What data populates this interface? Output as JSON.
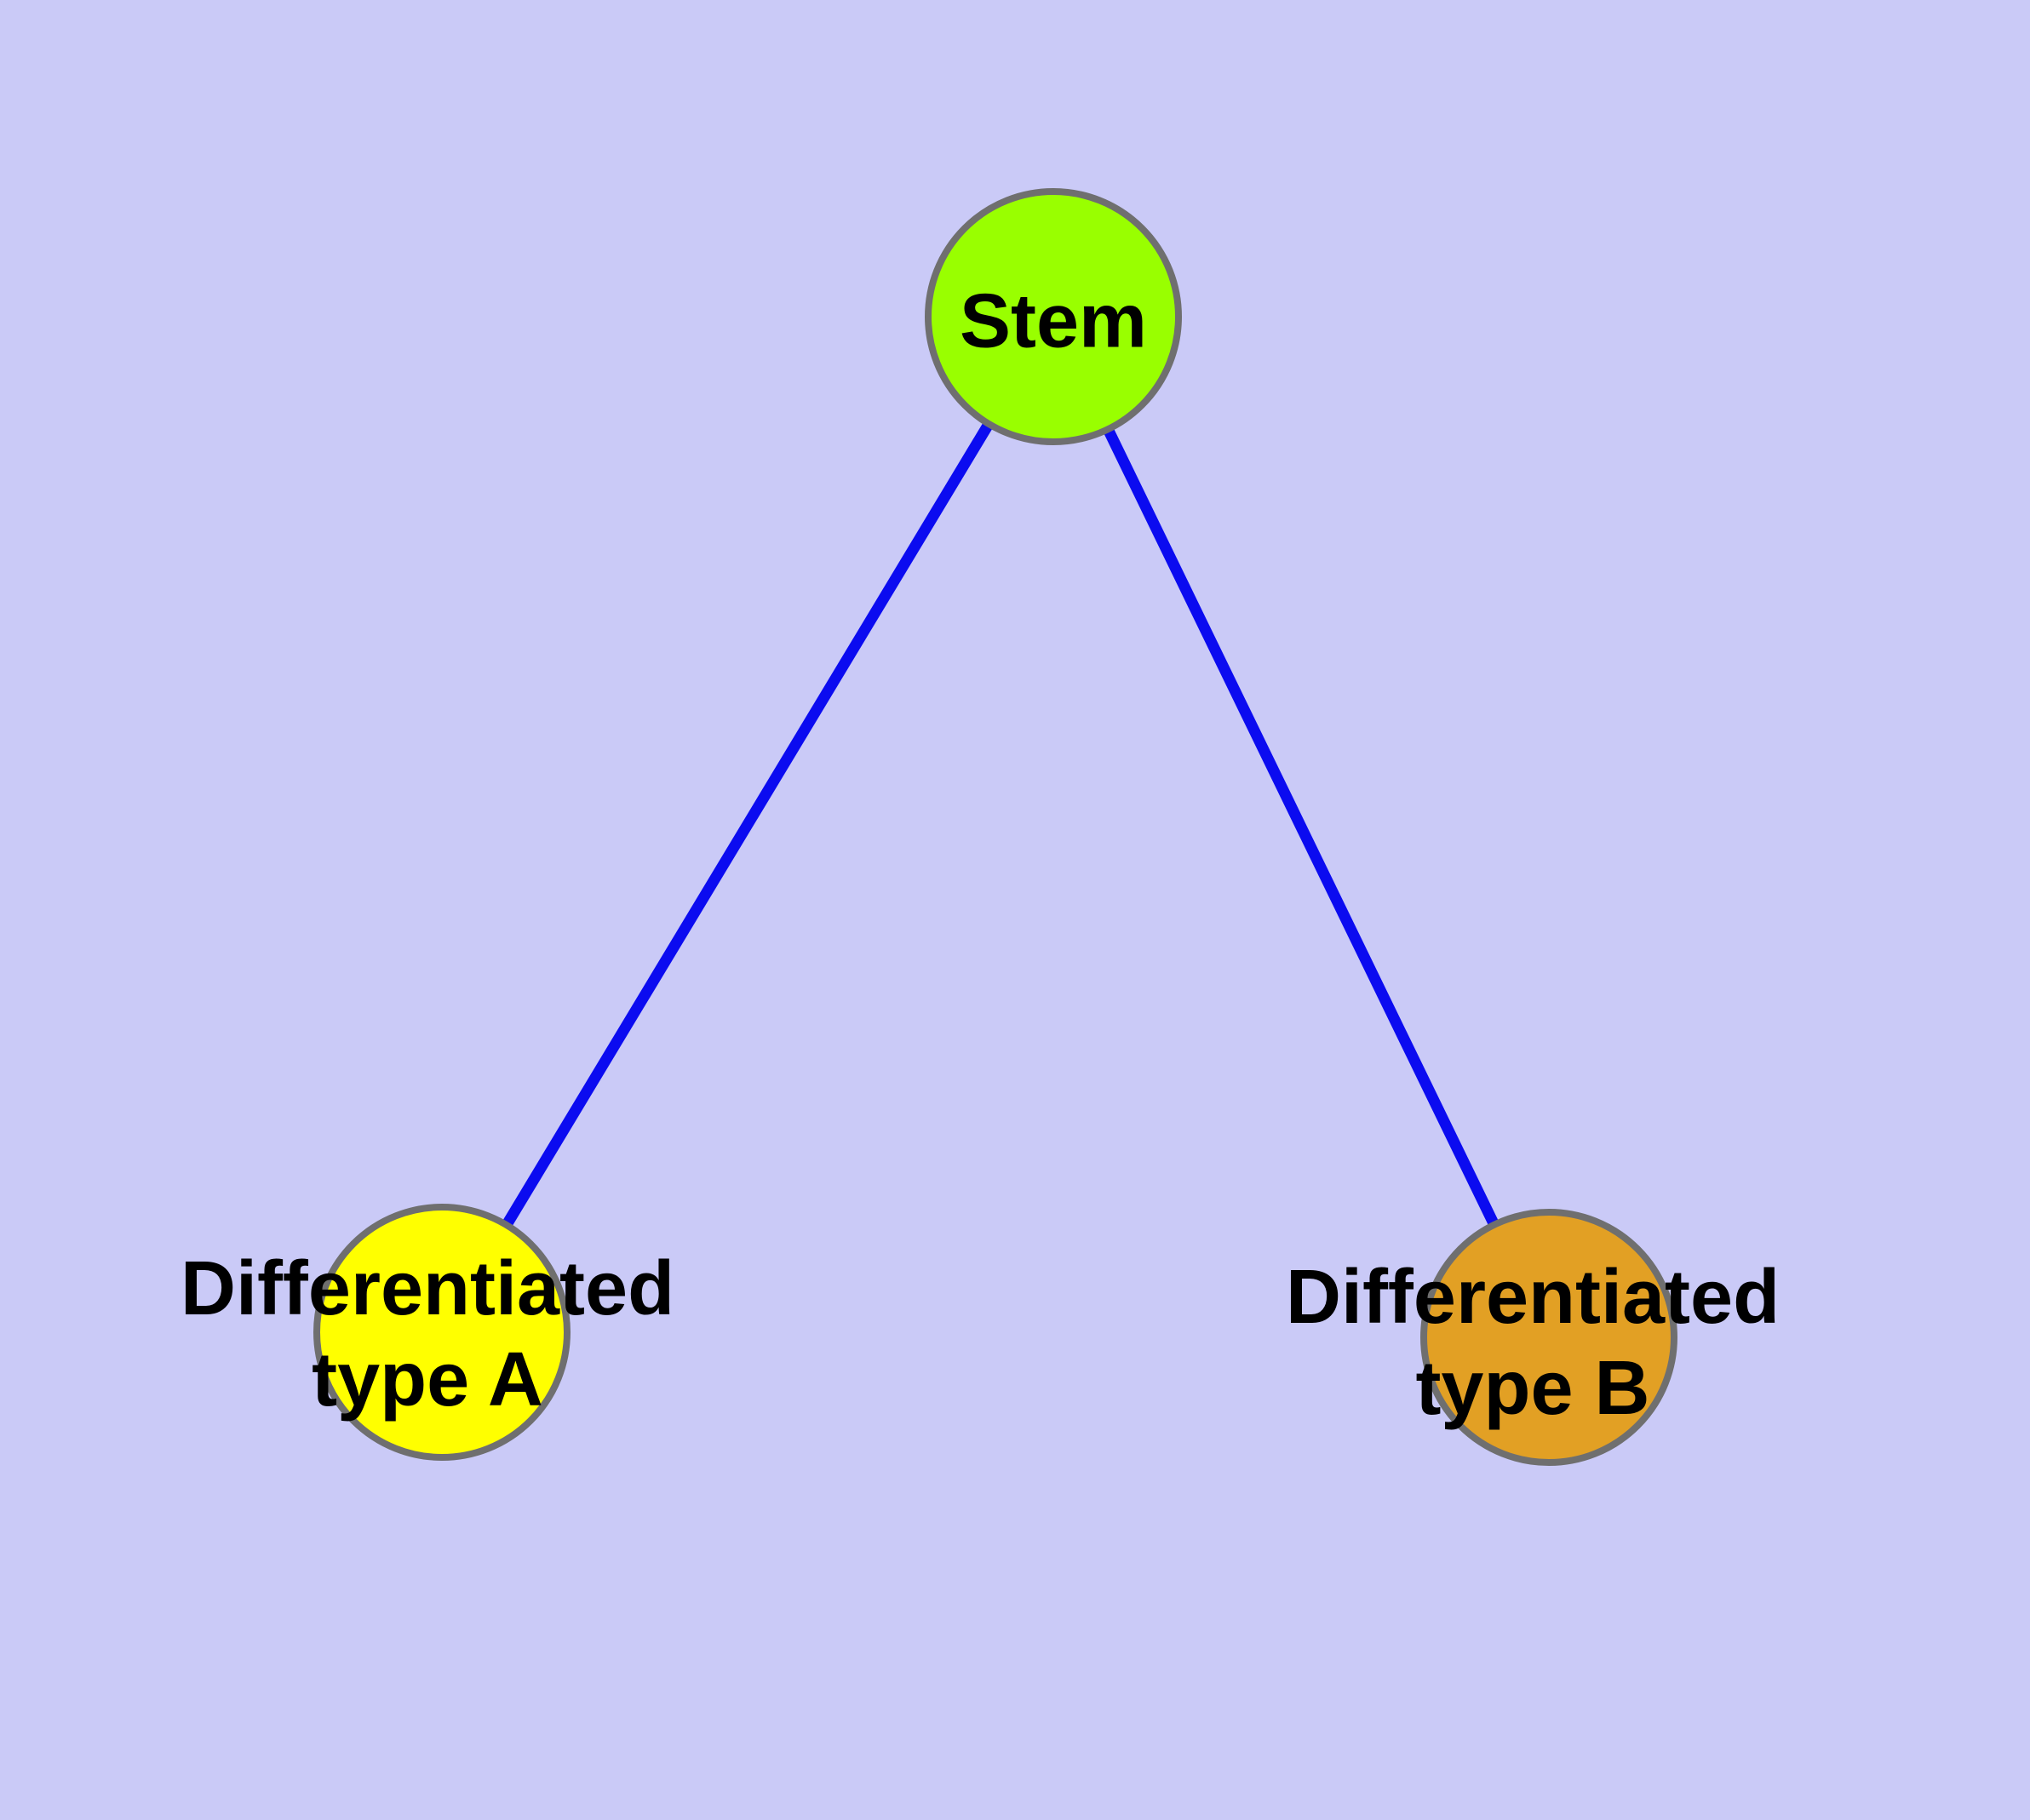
{
  "canvas": {
    "background_color": "#CACAF7",
    "node_border_color": "#6F6F6F",
    "edge_color": "#0B0BF0",
    "label_color": "#000000"
  },
  "diagram": {
    "type": "graph",
    "description": "Stem cell differentiation graph: one Stem node connected by edges to two differentiated cell-type nodes",
    "nodes": [
      {
        "id": "stem",
        "label": "Stem",
        "line1": "Stem",
        "line2": "",
        "fill": "#99FF00"
      },
      {
        "id": "diff-a",
        "label": "Differentiated type A",
        "line1": "Differentiated",
        "line2": "type A",
        "fill": "#FFFF00"
      },
      {
        "id": "diff-b",
        "label": "Differentiated type B",
        "line1": "Differentiated",
        "line2": "type B",
        "fill": "#E2A024"
      }
    ],
    "edges": [
      {
        "from": "stem",
        "to": "diff-a"
      },
      {
        "from": "stem",
        "to": "diff-b"
      }
    ]
  }
}
